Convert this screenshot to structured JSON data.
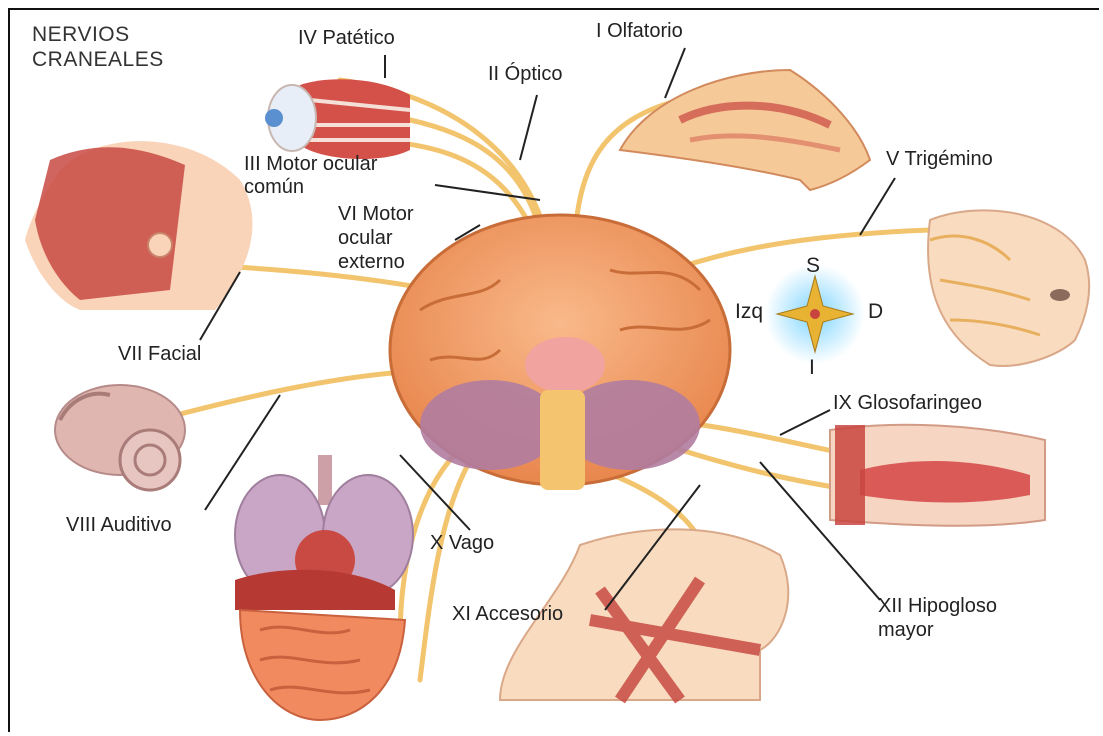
{
  "title": {
    "line1": "NERVIOS",
    "line2": "CRANEALES"
  },
  "labels": {
    "iv": "IV Patético",
    "i": "I Olfatorio",
    "ii": "II Óptico",
    "iii_1": "III Motor ocular",
    "iii_2": "común",
    "v": "V Trigémino",
    "vi_1": "VI Motor",
    "vi_2": "ocular",
    "vi_3": "externo",
    "vii": "VII Facial",
    "viii": "VIII Auditivo",
    "ix": "IX Glosofaringeo",
    "x": "X Vago",
    "xi": "XI Accesorio",
    "xii_1": "XII Hipogloso",
    "xii_2": "mayor"
  },
  "compass": {
    "north": "S",
    "south": "I",
    "west": "Izq",
    "east": "D"
  },
  "colors": {
    "nerve": "#f2c46d",
    "brain": "#f4a56a",
    "brain_dark": "#e07c43",
    "cerebellum": "#b07ca0",
    "muscle": "#c8453f",
    "skin": "#f9dcc0",
    "compass": "#e8b233"
  }
}
